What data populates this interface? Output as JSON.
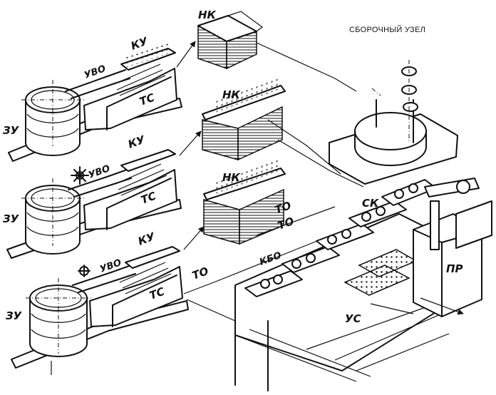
{
  "title": "СБОРОЧНЫЙ УЗЕЛ",
  "labels": {
    "zu": "ЗУ",
    "uvo": "УВО",
    "ku": "КУ",
    "ts": "ТС",
    "nk": "НК",
    "to": "ТО",
    "sk": "СК",
    "kbo": "КБО",
    "us": "УС",
    "pr": "ПР"
  },
  "colors": {
    "ink": "#111111",
    "paper": "#ffffff"
  }
}
